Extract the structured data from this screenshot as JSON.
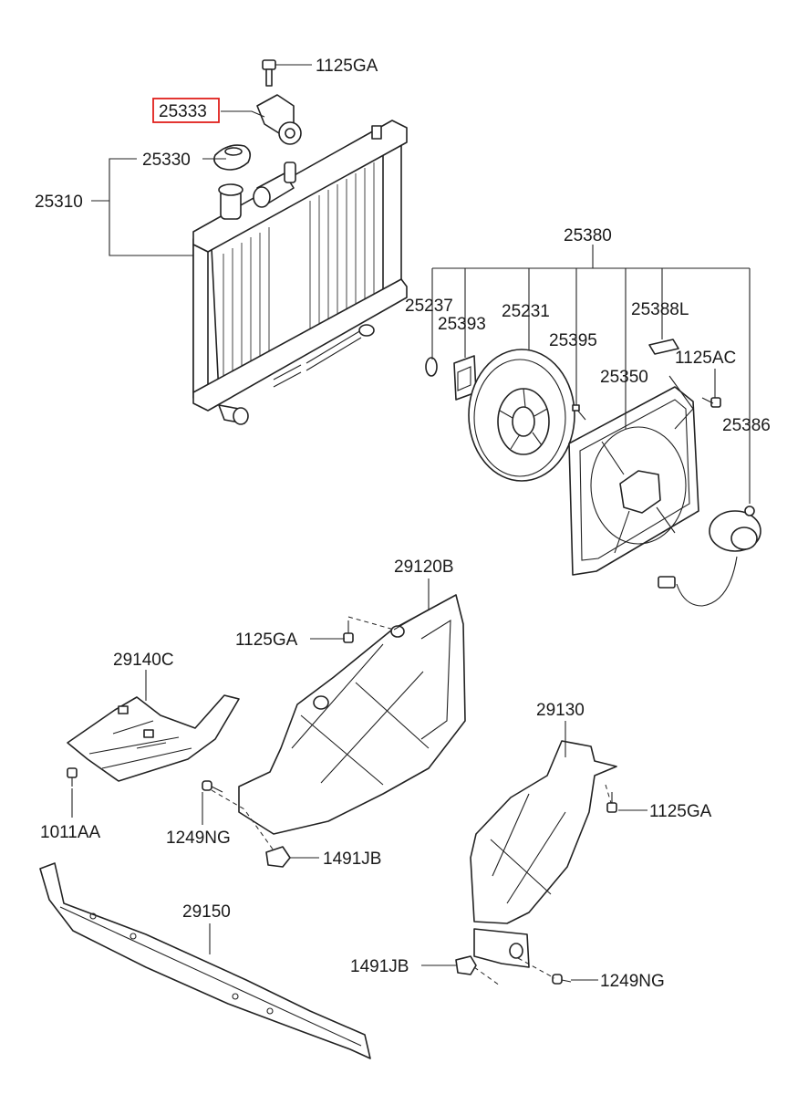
{
  "highlight_color": "#e0201c",
  "callouts": {
    "bolt_top": "1125GA",
    "bracket": "25333",
    "cap": "25330",
    "radiator": "25310",
    "fan_assy": "25380",
    "clip_a": "25237",
    "label_plate": "25393",
    "fan": "25231",
    "screw": "25395",
    "label": "25388L",
    "bolt_fan": "1125AC",
    "shroud": "25350",
    "motor": "25386",
    "shield_center": "29120B",
    "bolt_center": "1125GA",
    "shield_left": "29140C",
    "bolt_left": "1011AA",
    "screw_left": "1249NG",
    "clip_left": "1491JB",
    "shield_right": "29130",
    "bolt_right": "1125GA",
    "bar": "29150",
    "clip_right": "1491JB",
    "screw_right": "1249NG"
  }
}
